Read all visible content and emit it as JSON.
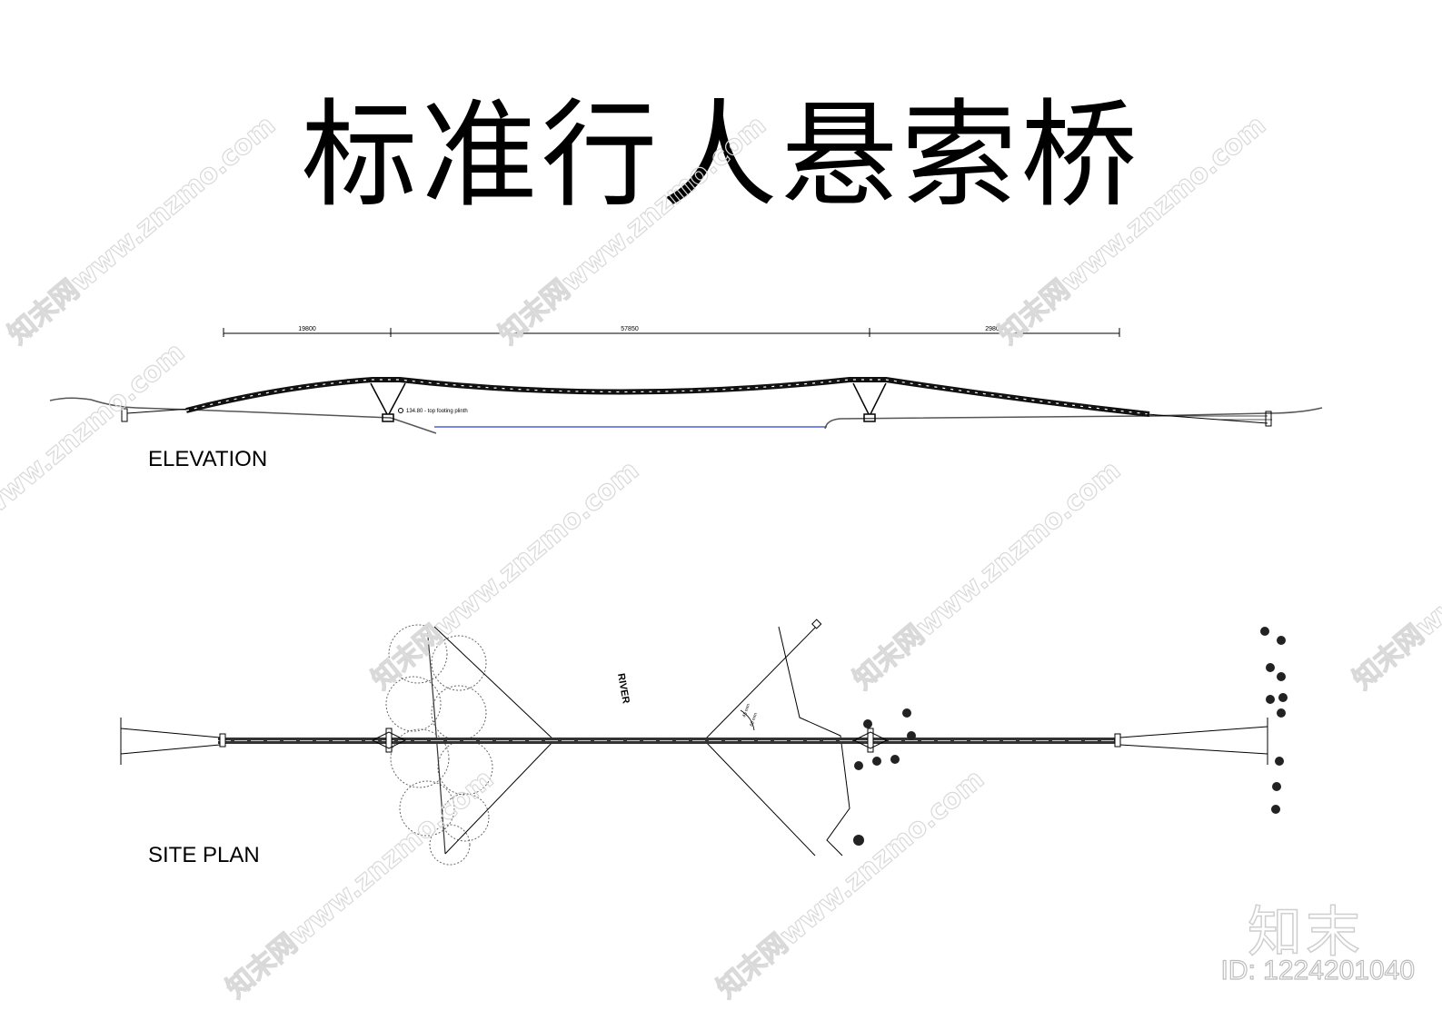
{
  "title": "标准行人悬索桥",
  "elevation": {
    "label": "ELEVATION",
    "dimensions": [
      "19800",
      "57850",
      "29800"
    ],
    "level_note": "134.80 - top footing plinth"
  },
  "site_plan": {
    "label": "SITE PLAN",
    "river_label": "RIVER",
    "angle_note_1": "45 mm",
    "angle_note_2": "60 mm"
  },
  "watermark": {
    "pattern_text": "知末网www.znzmo.com",
    "brand": "知末",
    "id_text": "ID: 1224201040"
  },
  "colors": {
    "line": "#000000",
    "water": "#2b3fd6",
    "ground": "#555555",
    "watermark": "#d9d9d9"
  }
}
